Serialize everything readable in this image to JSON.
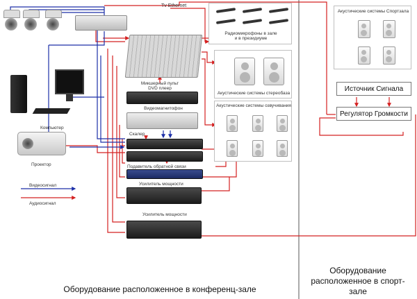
{
  "labels": {
    "tv_ethernet": "Tv Ethernet",
    "radio_mics": "Радиомикрофоны в зале\nи в президиуме",
    "mixer": "Микшерный пульт",
    "dvd": "DVD плеер",
    "vcr": "Видеомагнитофон",
    "scaler": "Скалер",
    "feedback_suppressor": "Подавитель обратной связи",
    "amp1": "Усилитель мощности",
    "amp2": "Усилитель мощности",
    "computer": "Компьютер",
    "projector": "Проектор",
    "video_signal": "Видеосигнал",
    "audio_signal": "Аудиосигнал",
    "stereo_speakers": "Акустические системы стереобаза",
    "ceiling_speakers": "Акустические системы озвучивания",
    "sport_speakers": "Акустические системы Спортзала",
    "signal_source": "Источник Сигнала",
    "volume_regulator": "Регулятор Громкости",
    "conf_hall_caption": "Оборудование расположенное в конференц-зале",
    "sport_hall_caption": "Оборудование\nрасположенное в спорт-\nзале"
  },
  "colors": {
    "video": "#1c2fa8",
    "audio": "#d42020",
    "divider": "#555555"
  },
  "icons": {
    "camera": "ptz-camera-icon",
    "mic": "microphone-icon",
    "speaker": "speaker-icon",
    "computer": "computer-icon",
    "projector": "projector-icon"
  }
}
